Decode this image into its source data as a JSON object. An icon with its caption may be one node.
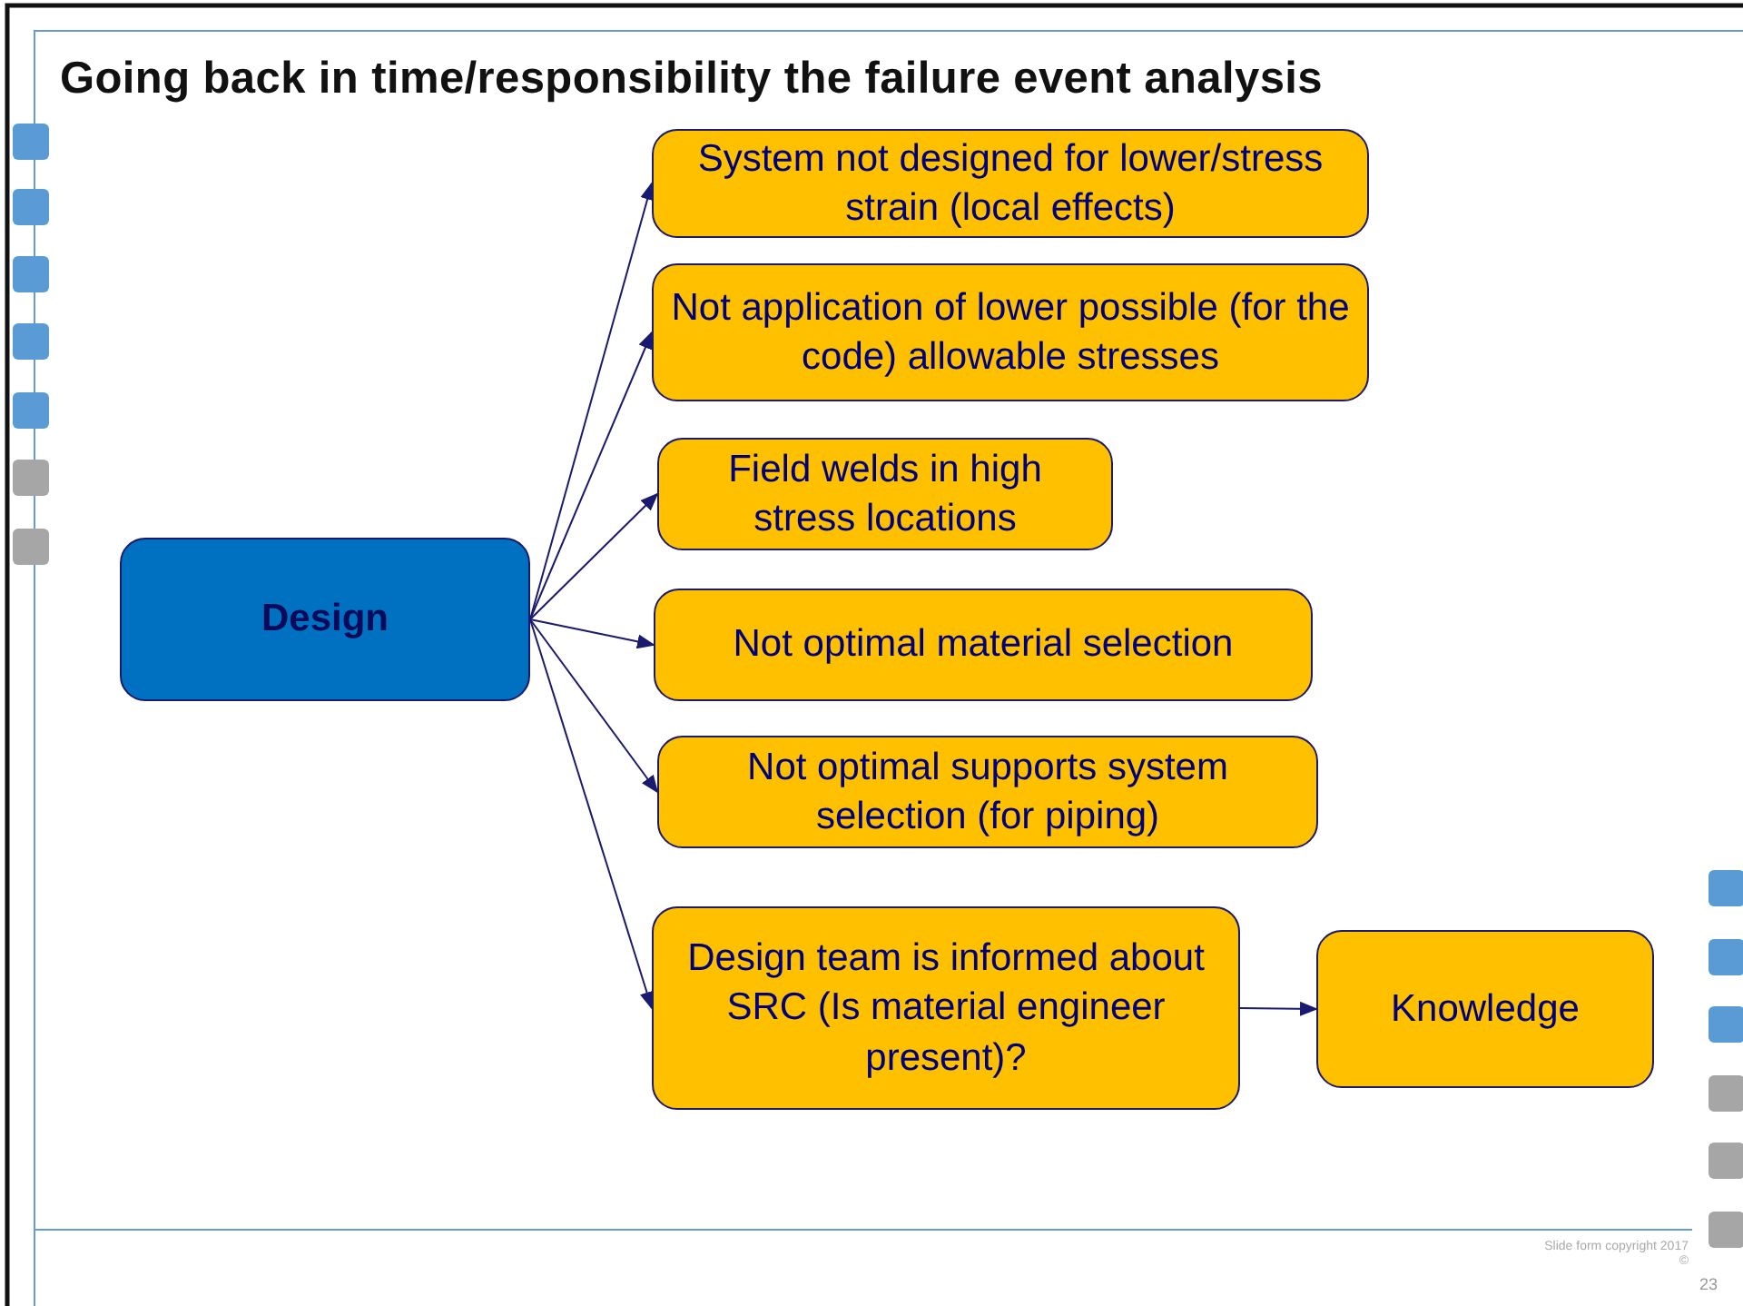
{
  "diagram": {
    "title": "Going back in time/responsibility the failure event analysis",
    "nodes": [
      {
        "text": [
          "Design"
        ]
      },
      {
        "text": [
          "System not designed for lower/stress strain (local effects)"
        ]
      },
      {
        "text": [
          "Not application of lower possible (for the code) allowable stresses"
        ]
      },
      {
        "text": [
          "Field welds in high stress locations"
        ]
      },
      {
        "text": [
          "Not optimal material selection"
        ]
      },
      {
        "text": [
          "Not optimal supports system selection (for piping)"
        ]
      },
      {
        "text": [
          "Design team is informed about SRC (Is material engineer present)?"
        ]
      },
      {
        "text": [
          "Knowledge"
        ]
      }
    ],
    "edges": [
      {
        "from": 0,
        "to": 1,
        "arrow": "to"
      },
      {
        "from": 0,
        "to": 2,
        "arrow": "to"
      },
      {
        "from": 0,
        "to": 3,
        "arrow": "to"
      },
      {
        "from": 0,
        "to": 4,
        "arrow": "to"
      },
      {
        "from": 0,
        "to": 5,
        "arrow": "to"
      },
      {
        "from": 0,
        "to": 6,
        "arrow": "to"
      },
      {
        "from": 6,
        "to": 7,
        "arrow": "to"
      }
    ],
    "labels": [
      "Slide form copyright 2017 ©",
      "23"
    ]
  }
}
